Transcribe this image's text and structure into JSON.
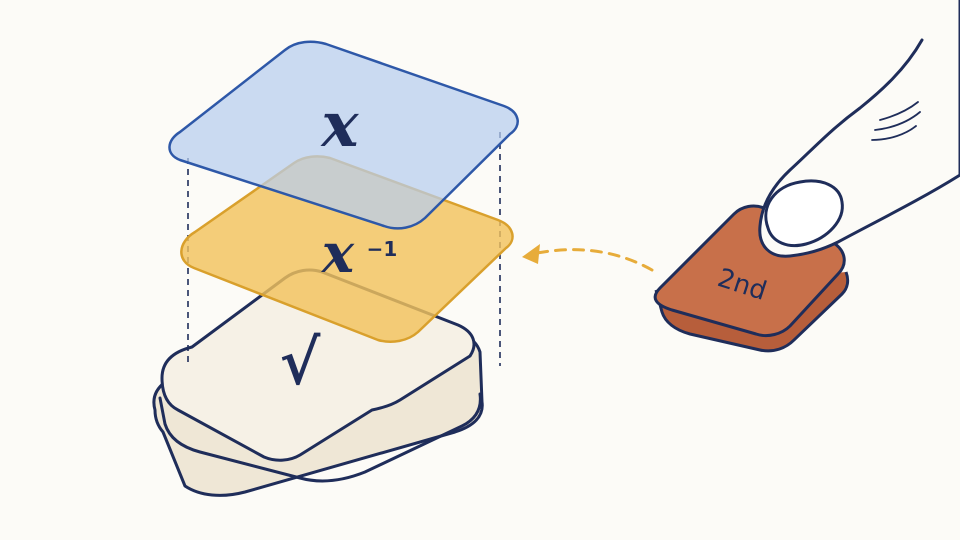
{
  "layers": {
    "top": {
      "label": "x",
      "color": "#c6d7f1"
    },
    "middle": {
      "label": "x",
      "superscript": "−1",
      "color": "#f2c25d"
    },
    "base": {
      "label": "√",
      "color": "#f6f1e6"
    }
  },
  "key_2nd": {
    "label": "2nd",
    "color": "#c8704a"
  },
  "colors": {
    "outline": "#1f2d5a",
    "arrow": "#e7ac3a",
    "guide": "#1f2d5a",
    "background": "#fcfbf7"
  }
}
